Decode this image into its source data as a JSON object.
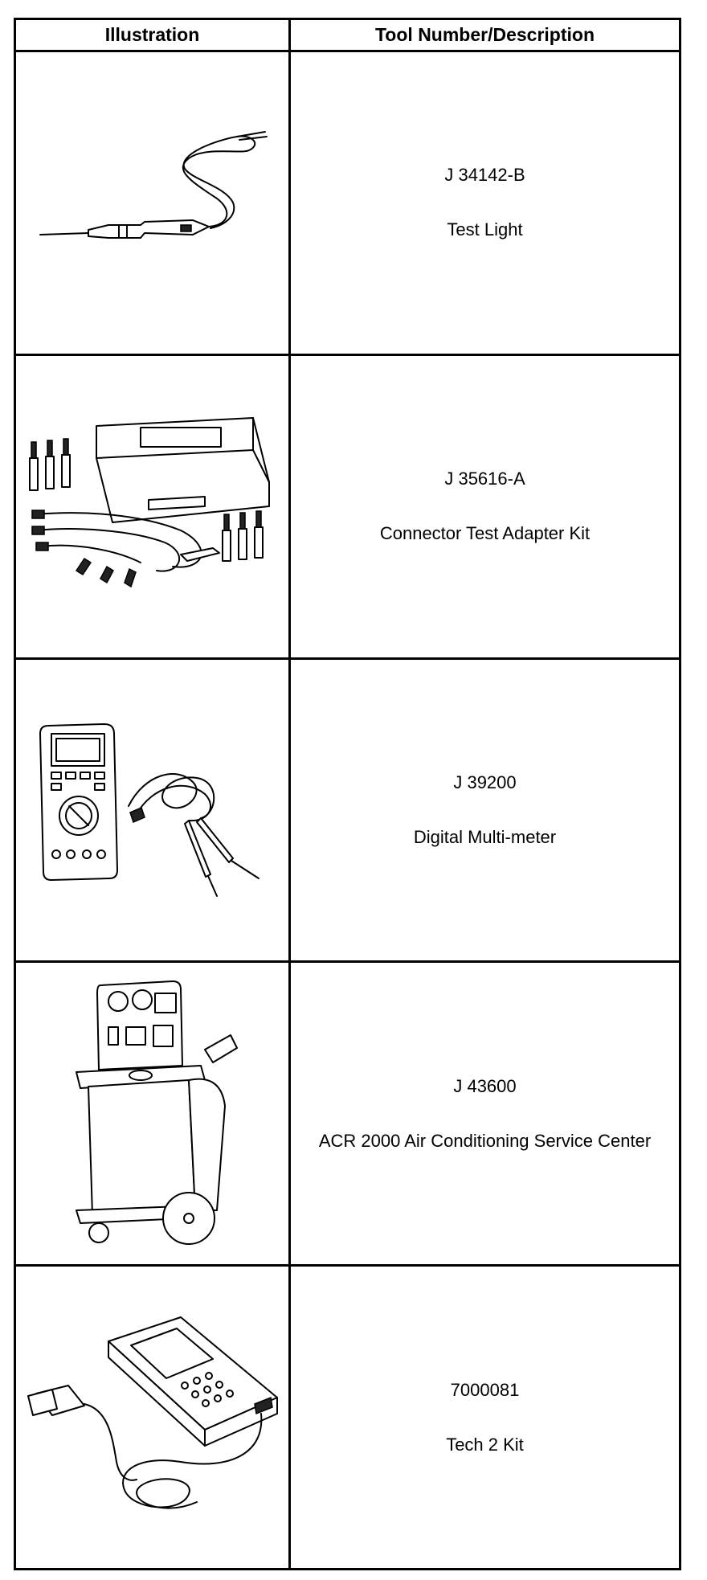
{
  "headers": {
    "illustration": "Illustration",
    "description": "Tool Number/Description"
  },
  "tools": [
    {
      "number": "J 34142-B",
      "name": "Test Light",
      "icon": "test-light-icon"
    },
    {
      "number": "J 35616-A",
      "name": "Connector Test Adapter Kit",
      "icon": "adapter-kit-icon"
    },
    {
      "number": "J 39200",
      "name": "Digital Multi-meter",
      "icon": "multimeter-icon"
    },
    {
      "number": "J 43600",
      "name": "ACR 2000 Air Conditioning Service Center",
      "icon": "ac-service-cart-icon"
    },
    {
      "number": "7000081",
      "name": "Tech 2 Kit",
      "icon": "tech2-scanner-icon"
    }
  ]
}
